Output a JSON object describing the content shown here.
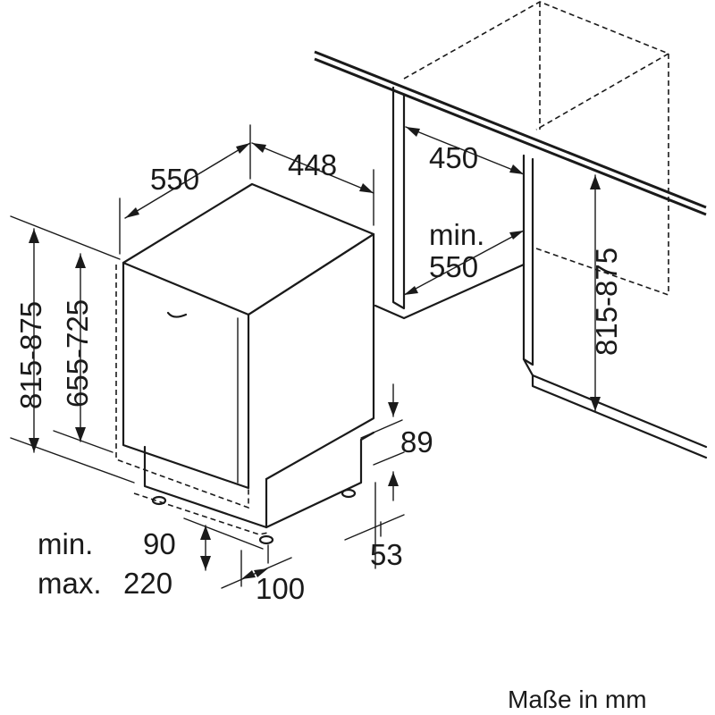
{
  "diagram": {
    "appliance": {
      "width_depth": "550",
      "width_front": "448",
      "height_total": "815-875",
      "height_door": "655-725",
      "plinth_min_label": "min.",
      "plinth_min_value": "90",
      "plinth_max_label": "max.",
      "plinth_max_value": "220",
      "plinth_setback": "100",
      "foot_height": "89",
      "foot_offset": "53"
    },
    "niche": {
      "width": "450",
      "depth_label": "min.",
      "depth_value": "550",
      "height": "815-875"
    },
    "caption": "Maße in mm"
  }
}
